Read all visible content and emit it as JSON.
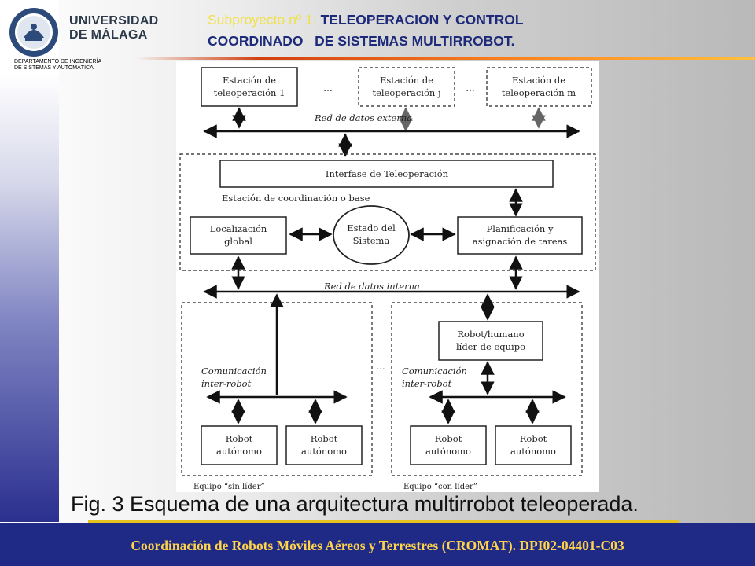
{
  "header": {
    "university_line1": "UNIVERSIDAD",
    "university_line2": "DE MÁLAGA",
    "department_line1": "DEPARTAMENTO DE INGENIERÍA",
    "department_line2": "DE SISTEMAS Y AUTOMÁTICA.",
    "title_prefix": "Subproyecto nº 1:",
    "title_line1": "TELEOPERACION Y CONTROL",
    "title_line2": "COORDINADO   DE SISTEMAS MULTIRROBOT."
  },
  "diagram": {
    "stations": {
      "s1_line1": "Estación de",
      "s1_line2": "teleoperación 1",
      "sj_line1": "Estación de",
      "sj_line2": "teleoperación j",
      "sm_line1": "Estación de",
      "sm_line2": "teleoperación m",
      "ellipsis": "…"
    },
    "external_network": "Red de datos externa",
    "interface": "Interfase de Teleoperación",
    "coordination_station": "Estación de coordinación o base",
    "localization_line1": "Localización",
    "localization_line2": "global",
    "state_line1": "Estado del",
    "state_line2": "Sistema",
    "planning_line1": "Planificación y",
    "planning_line2": "asignación de tareas",
    "internal_network": "Red de datos interna",
    "leader_line1": "Robot/humano",
    "leader_line2": "líder de equipo",
    "comm_line1": "Comunicación",
    "comm_line2": "inter-robot",
    "robot_line1": "Robot",
    "robot_line2": "autónomo",
    "team_no_leader": "Equipo “sin líder”",
    "team_with_leader": "Equipo “con líder”"
  },
  "caption": "Fig. 3 Esquema de una arquitectura multirrobot teleoperada.",
  "footer": "Coordinación de Robots Móviles Aéreos y Terrestres (CROMAT).   DPI02-04401-C03"
}
